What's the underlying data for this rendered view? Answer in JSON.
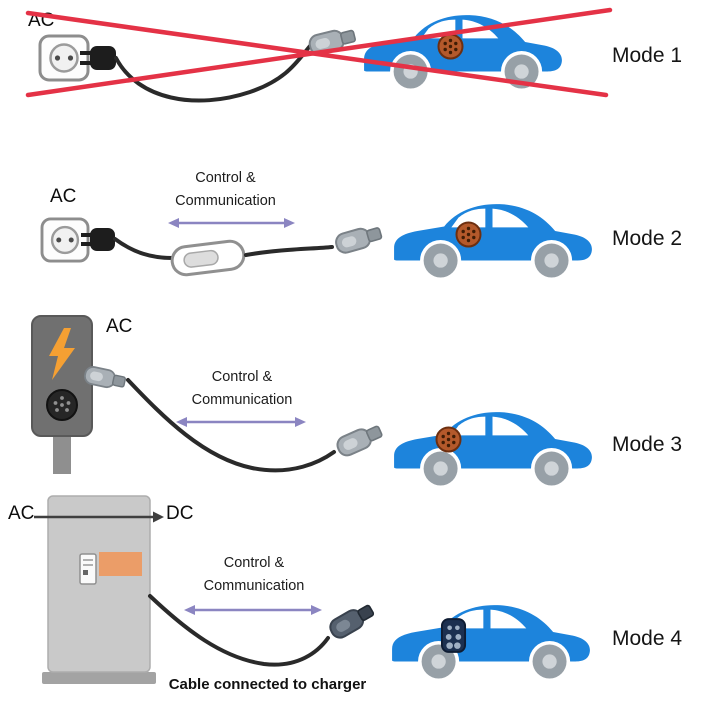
{
  "figure": {
    "title": "EV charging modes diagram",
    "modes": [
      {
        "label": "Mode 1",
        "source_label": "AC",
        "crossed_out": true
      },
      {
        "label": "Mode 2",
        "source_label": "AC",
        "comm": {
          "line1": "Control &",
          "line2": "Communication"
        }
      },
      {
        "label": "Mode 3",
        "source_label": "AC",
        "comm": {
          "line1": "Control &",
          "line2": "Communication"
        }
      },
      {
        "label": "Mode 4",
        "source_label": "AC",
        "output_label": "DC",
        "comm": {
          "line1": "Control &",
          "line2": "Communication"
        },
        "caption": "Cable connected to charger"
      }
    ],
    "colors": {
      "car_body": "#1d84dc",
      "wheel": "#97a0a7",
      "cable": "#2a2a2a",
      "comm_arrow": "#8b85c1",
      "prohibit_cross": "#e43246",
      "ac_port": "#b4592b",
      "dc_port": "#1c3050",
      "bolt_orange": "#f5a033",
      "station_gray": "#707070",
      "cabinet_gray": "#c9c9c9",
      "cabinet_accent": "#eb9d68"
    },
    "icons": {
      "socket": "schuko-wall-socket",
      "plug": "two-pin-plug",
      "control_box": "in-cable-control-box",
      "wallbox": "ac-wallbox-charger",
      "dc_cabinet": "dc-fast-charger-cabinet",
      "car": "electric-suv",
      "ac_inlet": "type2-inlet",
      "dc_inlet": "ccs-inlet",
      "connector": "charging-connector-nozzle"
    }
  }
}
